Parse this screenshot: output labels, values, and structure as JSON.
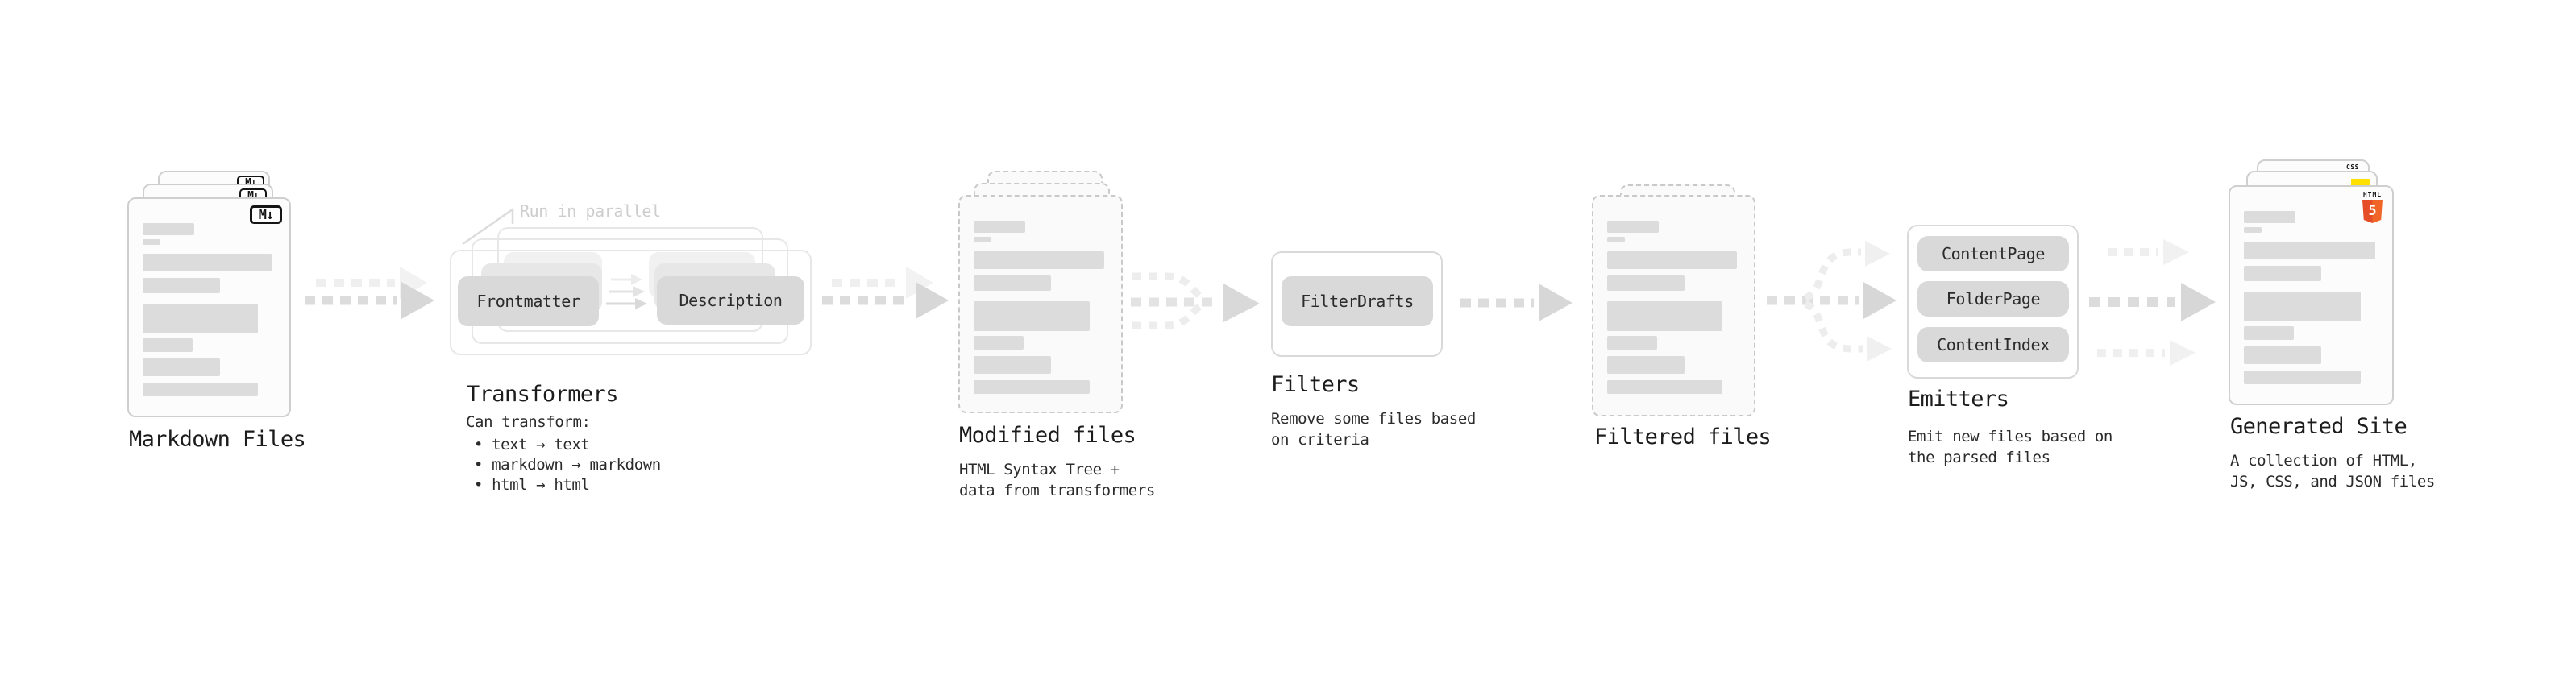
{
  "diagram": {
    "stages": {
      "markdown_files": {
        "label": "Markdown Files",
        "badge": "M↓"
      },
      "transformers": {
        "label": "Transformers",
        "parallel_note": "Run in parallel",
        "input_node": "Frontmatter",
        "output_node": "Description",
        "description_title": "Can transform:",
        "bullets": [
          "• text → text",
          "• markdown → markdown",
          "• html → html"
        ]
      },
      "modified_files": {
        "label": "Modified files",
        "description": "HTML Syntax Tree +\ndata from transformers"
      },
      "filters": {
        "label": "Filters",
        "node": "FilterDrafts",
        "description": "Remove some files based\non criteria"
      },
      "filtered_files": {
        "label": "Filtered files"
      },
      "emitters": {
        "label": "Emitters",
        "nodes": [
          "ContentPage",
          "FolderPage",
          "ContentIndex"
        ],
        "description": "Emit new files based on\nthe parsed files"
      },
      "generated_site": {
        "label": "Generated Site",
        "description": "A collection of HTML,\nJS, CSS, and JSON files",
        "badges": {
          "css_label": "CSS",
          "html_label": "HTML",
          "html_number": "5"
        }
      }
    },
    "colors": {
      "heading_text": "#1c1c1c",
      "body_text": "#2b2b2b",
      "muted_note": "#cdcdcd",
      "node_fill": "#d9d9d9",
      "bar_fill": "#dcdcdc",
      "card_border": "#cfcfcf",
      "dashed_border": "#c9c9c9",
      "arrow_dark": "#d7d7d7",
      "arrow_light": "#f0f0f0",
      "html5_orange": "#e44d26",
      "css_blue": "#2a6df4",
      "js_yellow": "#ffe000"
    }
  }
}
